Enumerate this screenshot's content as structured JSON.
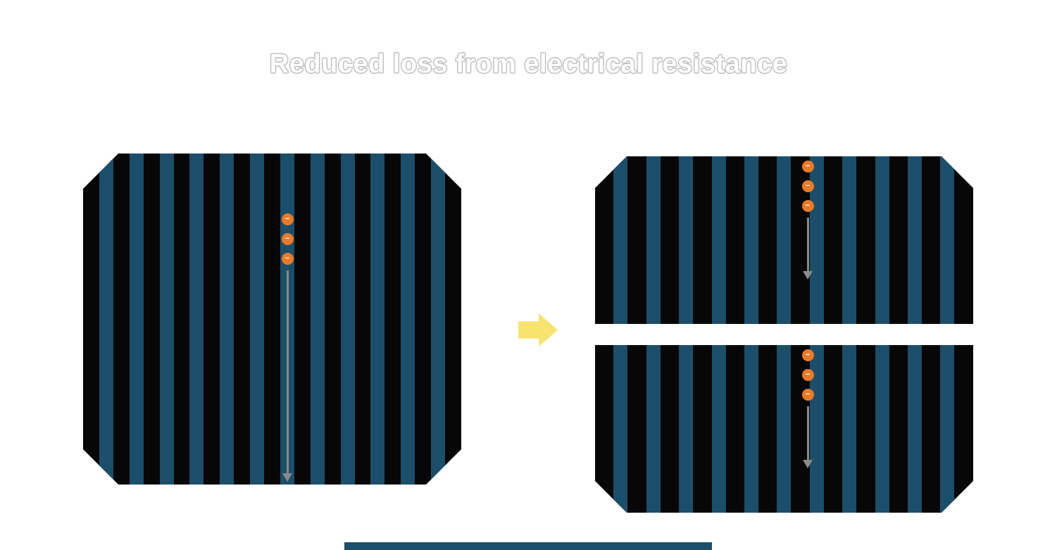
{
  "title": "Reduced loss from electrical resistance",
  "electron_symbol": "−",
  "colors": {
    "background": "#ffffff",
    "title_color": "#ffffff",
    "title_outline": "#bdbdbd",
    "cell_body": "#070707",
    "stripe": "#1b4e6b",
    "electron": "#ec7a25",
    "electron_symbol": "#ffffff",
    "flow_arrow": "#8a8a8a",
    "transition_arrow": "#f7e470",
    "footer_bar": "#1b4e6b"
  },
  "cells": {
    "full_cell": {
      "stripe_count": 12,
      "electron_count": 3
    },
    "half_cell_top": {
      "stripe_count": 11,
      "electron_count": 3
    },
    "half_cell_bottom": {
      "stripe_count": 11,
      "electron_count": 3
    }
  }
}
